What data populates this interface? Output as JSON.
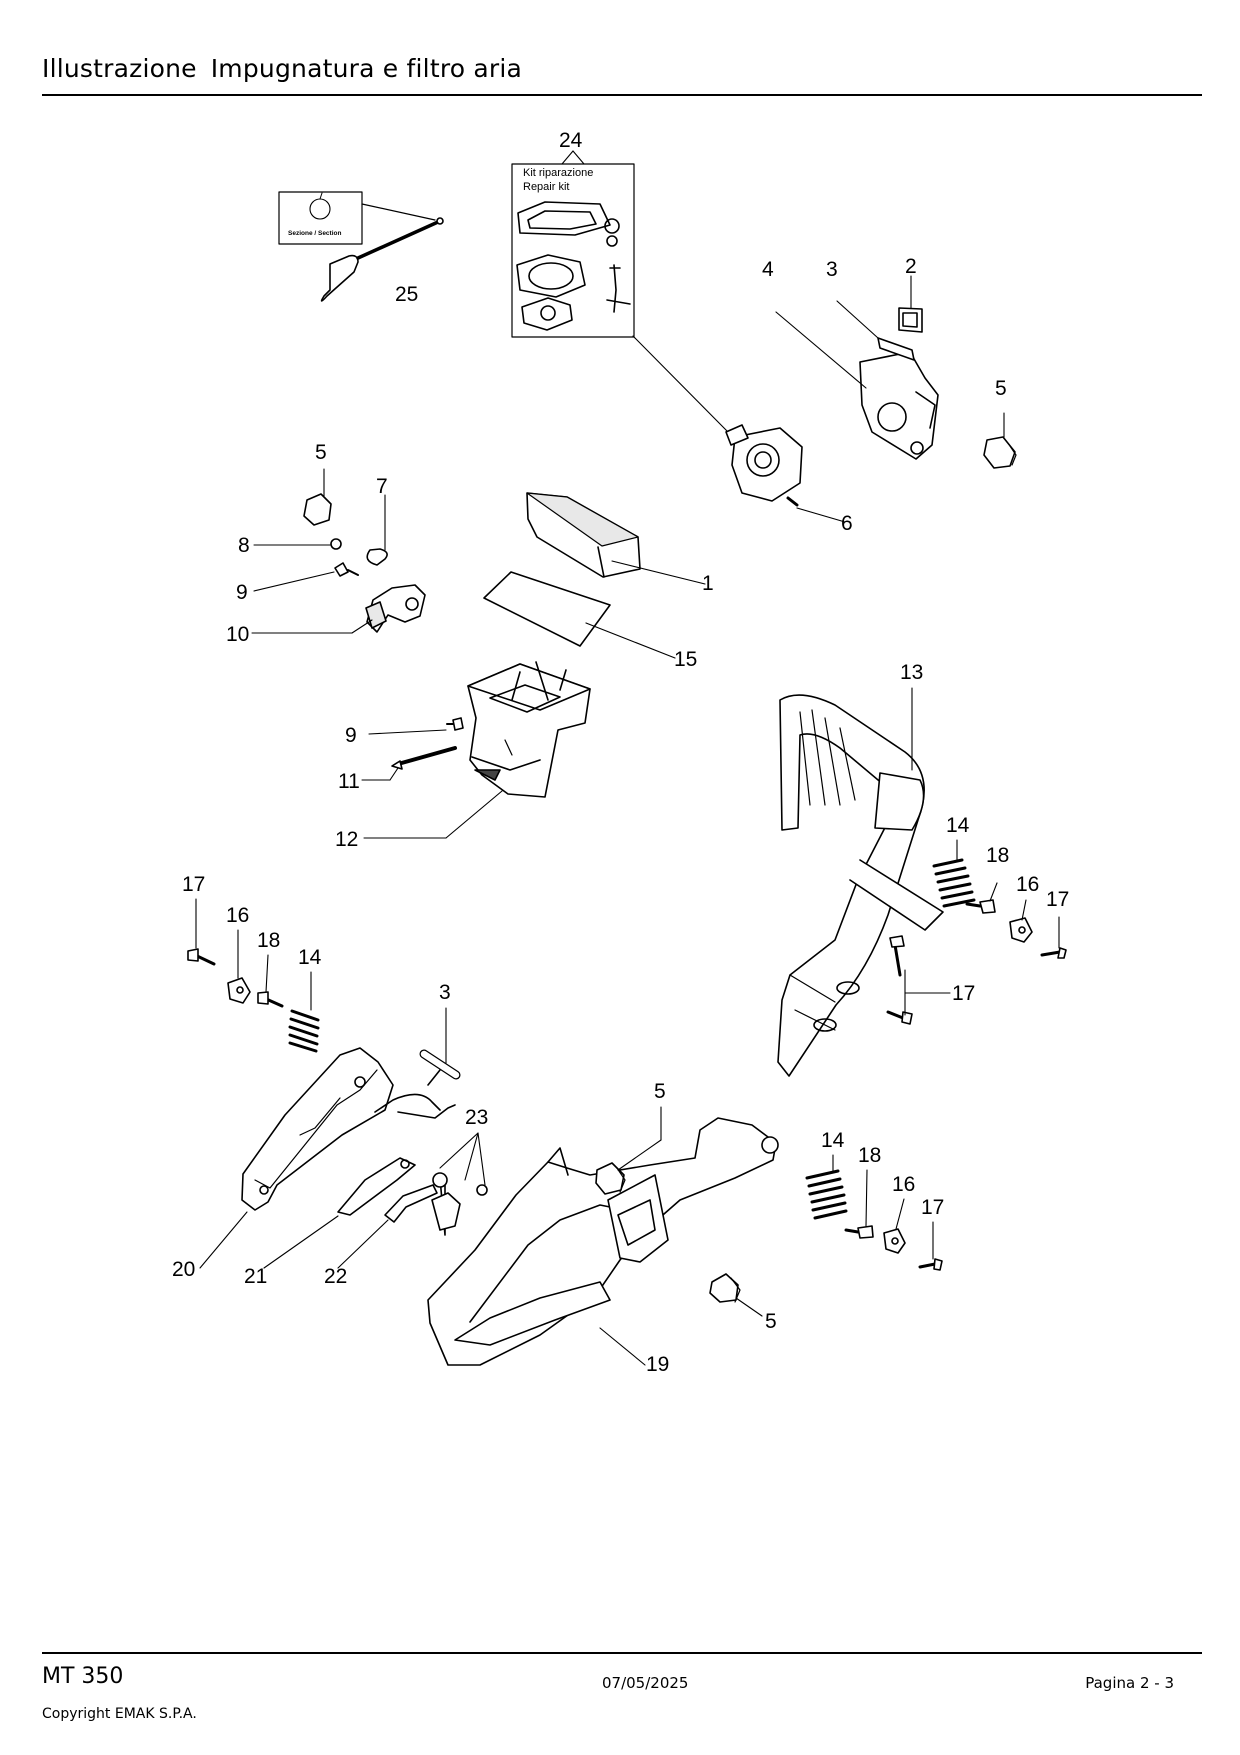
{
  "header": {
    "section": "Illustrazione",
    "title": "Impugnatura e filtro aria"
  },
  "repair_kit": {
    "number": "24",
    "label_it": "Kit riparazione",
    "label_en": "Repair kit"
  },
  "section_box": {
    "label": "Sezione / Section"
  },
  "callouts": {
    "c24": "24",
    "c25": "25",
    "c4": "4",
    "c3a": "3",
    "c2": "2",
    "c5a": "5",
    "c5b": "5",
    "c7": "7",
    "c8": "8",
    "c9a": "9",
    "c10": "10",
    "c6": "6",
    "c1": "1",
    "c15": "15",
    "c13": "13",
    "c9b": "9",
    "c11": "11",
    "c12": "12",
    "c14a": "14",
    "c18a": "18",
    "c16a": "16",
    "c17a": "17",
    "c17b": "17",
    "c17c": "17",
    "c16b": "16",
    "c18b": "18",
    "c14b": "14",
    "c3b": "3",
    "c23": "23",
    "c5c": "5",
    "c14c": "14",
    "c18c": "18",
    "c16c": "16",
    "c17d": "17",
    "c5d": "5",
    "c20": "20",
    "c21": "21",
    "c22": "22",
    "c19": "19"
  },
  "footer": {
    "model": "MT 350",
    "date": "07/05/2025",
    "page": "Pagina 2 - 3",
    "copyright": "Copyright EMAK S.P.A."
  }
}
